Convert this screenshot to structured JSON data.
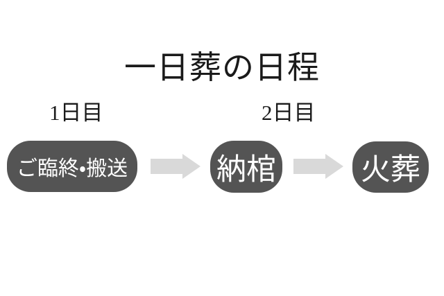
{
  "title": {
    "text": "一日葬の日程"
  },
  "day_labels": [
    {
      "text": "1日目",
      "covers_steps": [
        "ご臨終・搬送"
      ]
    },
    {
      "text": "2日目",
      "covers_steps": [
        "納棺",
        "火葬"
      ]
    }
  ],
  "steps": [
    {
      "label": "ご臨終・搬送"
    },
    {
      "label": "納棺"
    },
    {
      "label": "火葬"
    }
  ],
  "arrows": [
    {
      "name": "flow-arrow-1",
      "from": "ご臨終・搬送",
      "to": "納棺"
    },
    {
      "name": "flow-arrow-2",
      "from": "納棺",
      "to": "火葬"
    }
  ],
  "colors": {
    "background": "#ffffff",
    "title_text": "#1a1a1a",
    "step_fill": "#545454",
    "step_text": "#ffffff",
    "arrow_fill": "#d9d9d9"
  }
}
